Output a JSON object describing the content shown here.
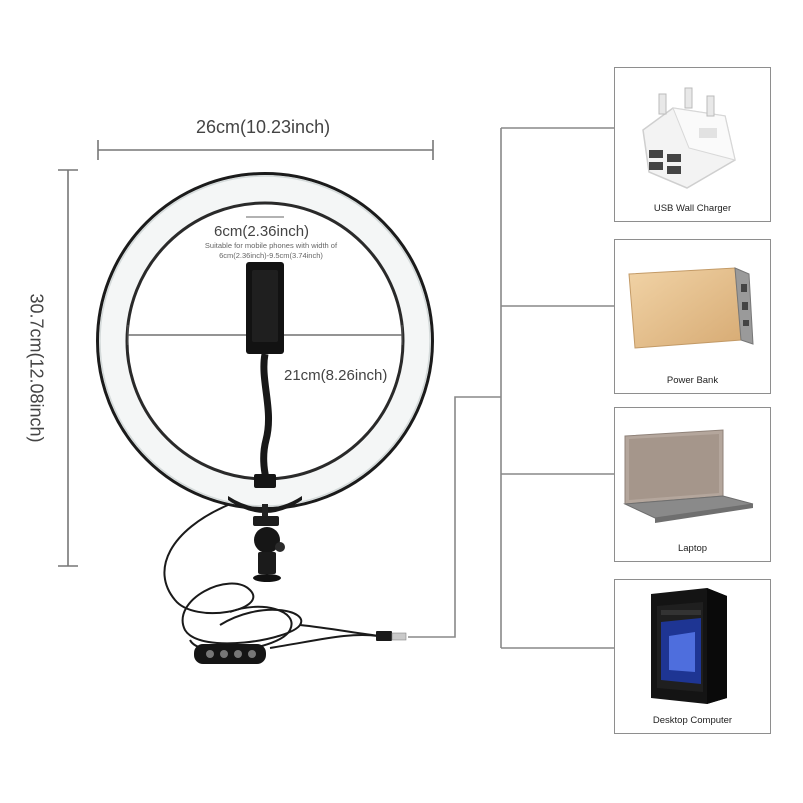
{
  "dimensions": {
    "width": "26cm(10.23inch)",
    "height": "30.7cm(12.08inch)",
    "phone_width": "6cm(2.36inch)",
    "phone_note": "Suitable for mobile phones with width of 6cm(2.36inch)-9.5cm(3.74inch)",
    "ring_diameter": "21cm(8.26inch)"
  },
  "devices": [
    {
      "label": "USB Wall Charger",
      "icon": "usb-wall-charger-icon"
    },
    {
      "label": "Power Bank",
      "icon": "power-bank-icon"
    },
    {
      "label": "Laptop",
      "icon": "laptop-icon"
    },
    {
      "label": "Desktop Computer",
      "icon": "desktop-computer-icon"
    }
  ]
}
